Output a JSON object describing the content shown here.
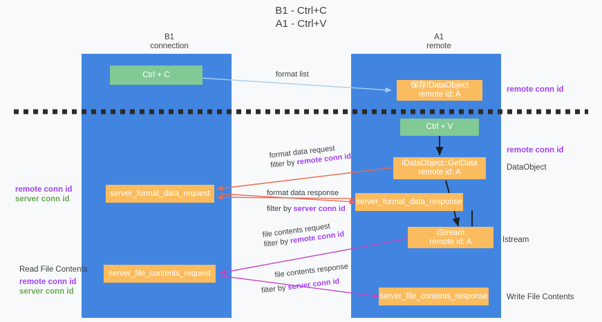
{
  "title": {
    "line1": "B1 - Ctrl+C",
    "line2": "A1 - Ctrl+V"
  },
  "columns": [
    {
      "name": "B1",
      "sub": "connection"
    },
    {
      "name": "A1",
      "sub": "remote"
    }
  ],
  "boxes": {
    "ctrl_c": "Ctrl + C",
    "store_idataobject_l1": "保存IDataObject",
    "store_idataobject_l2": "remote id: A",
    "ctrl_v": "Ctrl + V",
    "getdata_l1": "IDataObject::GetData",
    "getdata_l2": "remote id: A",
    "server_format_data_request": "server_format_data_request",
    "server_format_data_response": "server_format_data_response",
    "istream_l1": "IStream",
    "istream_l2": "remote id: A",
    "server_file_contents_request": "server_file_contents_request",
    "server_file_contents_response": "server_file_contents_response"
  },
  "right_labels": {
    "remote_conn_id_1": "remote conn id",
    "remote_conn_id_2": "remote conn id",
    "dataobject": "DataObject",
    "istream": "Istream",
    "write_file_contents": "Write File Contents"
  },
  "left_labels": {
    "remote_conn_id": "remote conn id",
    "server_conn_id": "server conn id",
    "read_file_contents": "Read File Contents",
    "remote_conn_id_2": "remote conn id",
    "server_conn_id_2": "server conn id"
  },
  "edges": [
    {
      "id": "format-list",
      "text": "format list"
    },
    {
      "id": "format-data-request",
      "line1_pre": "format data request",
      "line2_pre": "filter by ",
      "line2_hl": "remote conn id"
    },
    {
      "id": "format-data-response",
      "line1_pre": "format data response",
      "line2_pre": "filter by ",
      "line2_hl": "server conn id"
    },
    {
      "id": "file-contents-request",
      "line1_pre": "file contents request",
      "line2_pre": "filter by ",
      "line2_hl": "remote conn id"
    },
    {
      "id": "file-contents-response",
      "line1_pre": "file contents response",
      "line2_pre": "filter by ",
      "line2_hl": "server conn id"
    }
  ],
  "colors": {
    "lane": "#4285e0",
    "green_box": "#81c995",
    "orange_box": "#fbbc5f",
    "purple": "#a142f4",
    "green_text": "#6aa84f",
    "arrow_blue": "#a8cdef",
    "arrow_red": "#ea6852",
    "arrow_magenta": "#c945c2",
    "arrow_black": "#202124",
    "background": "#f8f9fa"
  }
}
